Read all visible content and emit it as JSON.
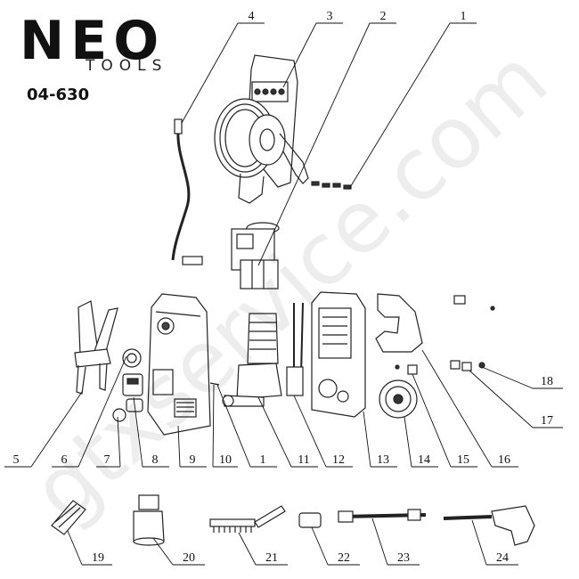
{
  "brand": {
    "logo_text": "NEO",
    "logo_sub": "TOOLS"
  },
  "model_number": "04-630",
  "watermark": "gtxservice.com",
  "parts": [
    "1",
    "2",
    "3",
    "4",
    "5",
    "6",
    "7",
    "8",
    "9",
    "10",
    "1",
    "11",
    "12",
    "13",
    "14",
    "15",
    "16",
    "17",
    "18",
    "19",
    "20",
    "21",
    "22",
    "23",
    "24"
  ]
}
